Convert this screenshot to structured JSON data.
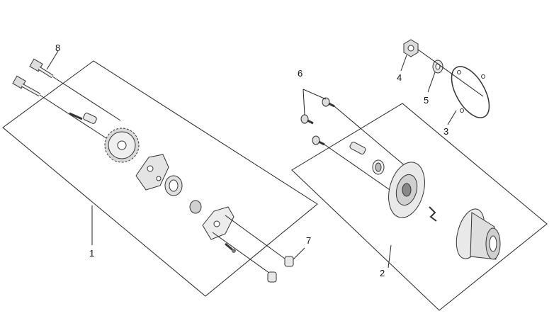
{
  "callouts": {
    "c1": "1",
    "c2": "2",
    "c3": "3",
    "c4": "4",
    "c5": "5",
    "c6": "6",
    "c7": "7",
    "c8": "8"
  },
  "colors": {
    "line": "#222222",
    "part_fill": "#e6e6e6",
    "part_dark": "#9a9a9a",
    "background": "#ffffff"
  }
}
